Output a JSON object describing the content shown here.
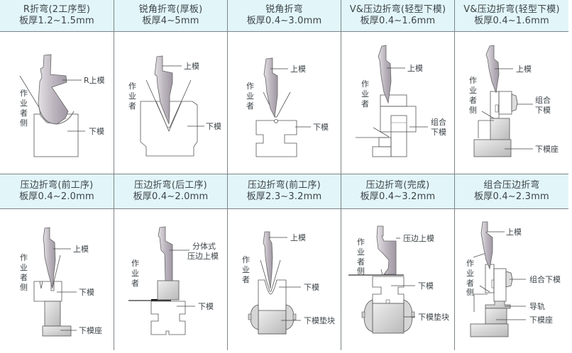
{
  "grid": {
    "header_bg": "#e2f6f9",
    "line_color": "#7d8487",
    "tool_fill": "#c7c2c8",
    "columns": 5,
    "rows": 2
  },
  "operator_side_label": [
    "(",
    "作",
    "业",
    "者",
    "侧",
    ")"
  ],
  "cells": [
    {
      "title": "R折弯(2工序型)",
      "thickness": "板厚1.2~1.5mm",
      "labels": [
        "R上模",
        "下模"
      ]
    },
    {
      "title": "锐角折弯(厚板)",
      "thickness": "板厚4~5mm",
      "labels": [
        "上模",
        "下模"
      ]
    },
    {
      "title": "锐角折弯",
      "thickness": "板厚0.4~3.0mm",
      "labels": [
        "上模",
        "下模"
      ]
    },
    {
      "title": "V&压边折弯(轻型下模)",
      "thickness": "板厚0.4~1.6mm",
      "labels": [
        "上模",
        "组合",
        "下模"
      ]
    },
    {
      "title": "V&压边折弯(轻型下模)",
      "thickness": "板厚0.4~1.6mm",
      "labels": [
        "上模",
        "组合",
        "下模",
        "下模座"
      ]
    },
    {
      "title": "压边折弯(前工序)",
      "thickness": "板厚0.4~2.0mm",
      "labels": [
        "上模",
        "下模",
        "下模座"
      ]
    },
    {
      "title": "压边折弯(后工序)",
      "thickness": "板厚0.4~2.0mm",
      "labels": [
        "分体式",
        "压边上模",
        "下模"
      ]
    },
    {
      "title": "压边折弯(前工序)",
      "thickness": "板厚2.3~3.2mm",
      "labels": [
        "上模",
        "下模",
        "下模垫块"
      ]
    },
    {
      "title": "压边折弯(完成)",
      "thickness": "板厚0.4~3.2mm",
      "labels": [
        "压边上模",
        "下模",
        "下模垫块"
      ]
    },
    {
      "title": "组合压边折弯",
      "thickness": "板厚0.4~2.3mm",
      "labels": [
        "上模",
        "组合下模",
        "导轨",
        "下模座"
      ]
    }
  ]
}
